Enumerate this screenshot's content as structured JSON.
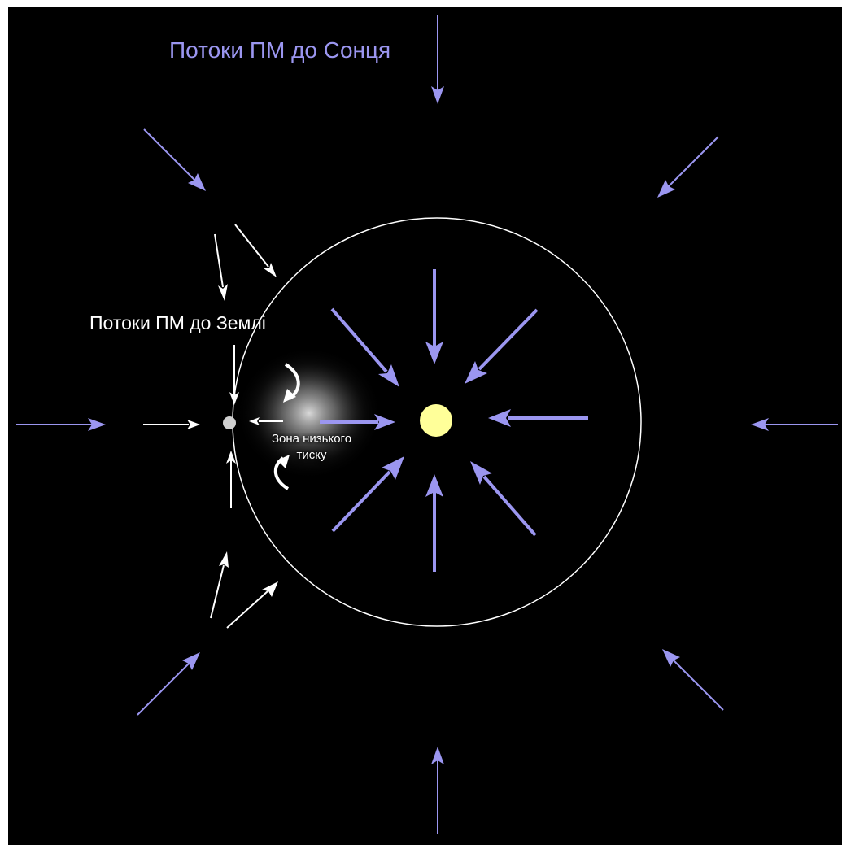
{
  "labels": {
    "sun_flows": "Потоки ПМ до Сонця",
    "earth_flows": "Потоки ПМ до Землі",
    "low_pressure_line1": "Зона низького",
    "low_pressure_line2": "тиску"
  },
  "colors": {
    "background": "#000000",
    "sun_flow_arrows": "#9b96f0",
    "earth_flow_arrows": "#ffffff",
    "sun": "#ffff99",
    "earth": "#d0d0d0",
    "orbit": "#ffffff",
    "sun_flow_text": "#9b96f0",
    "earth_flow_text": "#ffffff"
  },
  "icons": {
    "curved_arrow_top": "curved-arrow-icon",
    "curved_arrow_bottom": "curved-arrow-icon"
  }
}
